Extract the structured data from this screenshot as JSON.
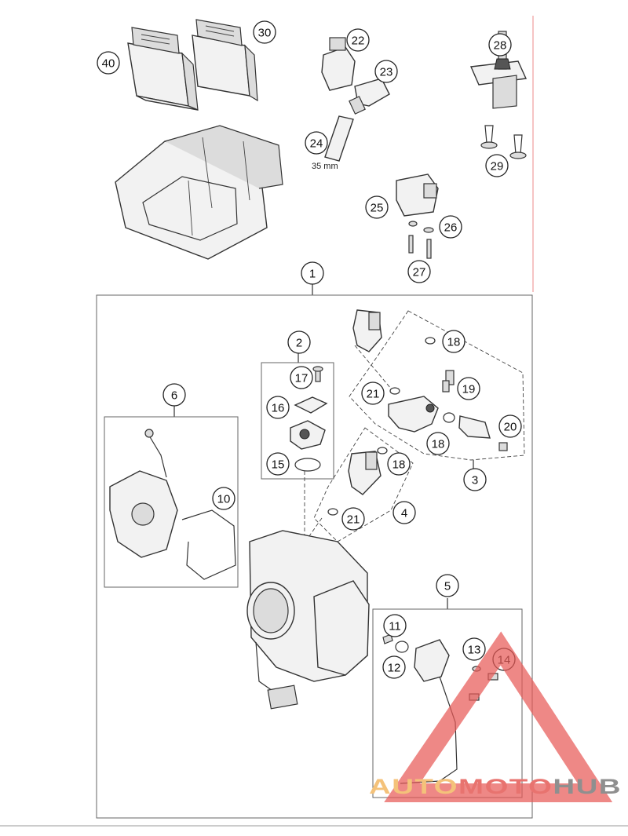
{
  "callouts": [
    {
      "id": "c40",
      "label": "40"
    },
    {
      "id": "c30",
      "label": "30"
    },
    {
      "id": "c22",
      "label": "22"
    },
    {
      "id": "c23",
      "label": "23"
    },
    {
      "id": "c24",
      "label": "24"
    },
    {
      "id": "c28",
      "label": "28"
    },
    {
      "id": "c29",
      "label": "29"
    },
    {
      "id": "c25",
      "label": "25"
    },
    {
      "id": "c26",
      "label": "26"
    },
    {
      "id": "c27",
      "label": "27"
    },
    {
      "id": "c1",
      "label": "1"
    },
    {
      "id": "c2",
      "label": "2"
    },
    {
      "id": "c17",
      "label": "17"
    },
    {
      "id": "c16",
      "label": "16"
    },
    {
      "id": "c15",
      "label": "15"
    },
    {
      "id": "c18a",
      "label": "18"
    },
    {
      "id": "c19",
      "label": "19"
    },
    {
      "id": "c21a",
      "label": "21"
    },
    {
      "id": "c18b",
      "label": "18"
    },
    {
      "id": "c20",
      "label": "20"
    },
    {
      "id": "c3",
      "label": "3"
    },
    {
      "id": "c18c",
      "label": "18"
    },
    {
      "id": "c4",
      "label": "4"
    },
    {
      "id": "c21b",
      "label": "21"
    },
    {
      "id": "c6",
      "label": "6"
    },
    {
      "id": "c10",
      "label": "10"
    },
    {
      "id": "c5",
      "label": "5"
    },
    {
      "id": "c11",
      "label": "11"
    },
    {
      "id": "c12",
      "label": "12"
    },
    {
      "id": "c13",
      "label": "13"
    },
    {
      "id": "c14",
      "label": "14"
    }
  ],
  "dimension_note": "35 mm",
  "watermark": {
    "part1": "AUTO",
    "part2": "MOTO",
    "part3": "HUB",
    "colors": {
      "auto": "#f4c27a",
      "moto": "#e8736f",
      "hub": "#8f8f8f",
      "triangle": "#e85a57"
    }
  }
}
